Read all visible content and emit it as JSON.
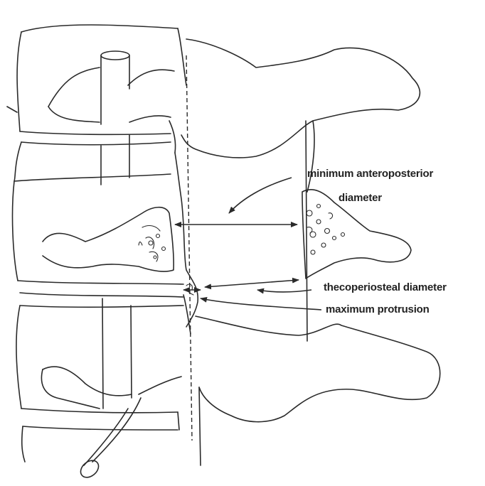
{
  "labels": {
    "min_ap_line1": "minimum anteroposterior",
    "min_ap_line2": "diameter",
    "thecoperiosteal": "thecoperiosteal diameter",
    "max_protrusion": "maximum protrusion"
  },
  "colors": {
    "ink": "#2a2a2a",
    "paper": "#ffffff"
  }
}
